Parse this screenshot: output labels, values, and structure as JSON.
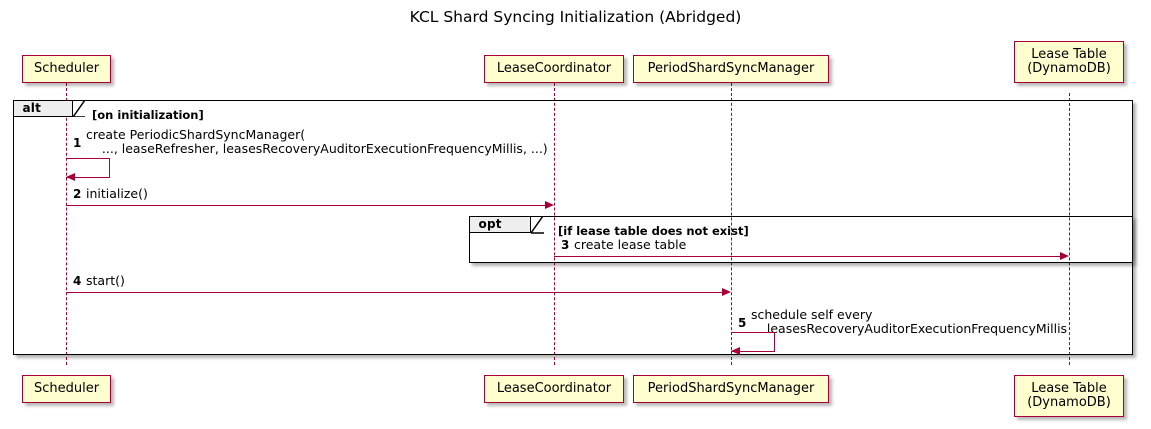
{
  "diagram": {
    "title": "KCL Shard Syncing Initialization (Abridged)",
    "type": "sequence-diagram",
    "colors": {
      "participant_fill": "#FEFECE",
      "participant_border": "#A80036",
      "arrow": "#A80036",
      "fragment_border": "#000000",
      "fragment_tab_fill": "#EEEEEE",
      "background": "#FFFFFF"
    }
  },
  "participants": [
    {
      "id": "scheduler",
      "label": "Scheduler",
      "lines": [
        "Scheduler"
      ]
    },
    {
      "id": "lease-coordinator",
      "label": "LeaseCoordinator",
      "lines": [
        "LeaseCoordinator"
      ]
    },
    {
      "id": "period-shard-sync-manager",
      "label": "PeriodShardSyncManager",
      "lines": [
        "PeriodShardSyncManager"
      ]
    },
    {
      "id": "lease-table",
      "label": "Lease Table (DynamoDB)",
      "lines": [
        "Lease Table",
        "(DynamoDB)"
      ]
    }
  ],
  "fragments": [
    {
      "id": "alt",
      "keyword": "alt",
      "guard": "[on initialization]"
    },
    {
      "id": "opt",
      "keyword": "opt",
      "guard": "[if lease table does not exist]"
    }
  ],
  "messages": [
    {
      "number": "1",
      "from": "scheduler",
      "to": "scheduler",
      "kind": "self",
      "lines": [
        "create PeriodicShardSyncManager(",
        "    ..., leaseRefresher, leasesRecoveryAuditorExecutionFrequencyMillis, ...)"
      ],
      "text": "create PeriodicShardSyncManager(\n    ..., leaseRefresher, leasesRecoveryAuditorExecutionFrequencyMillis, ...)"
    },
    {
      "number": "2",
      "from": "scheduler",
      "to": "lease-coordinator",
      "kind": "sync",
      "lines": [
        "initialize()"
      ],
      "text": "initialize()"
    },
    {
      "number": "3",
      "from": "lease-coordinator",
      "to": "lease-table",
      "kind": "sync",
      "lines": [
        "create lease table"
      ],
      "text": "create lease table"
    },
    {
      "number": "4",
      "from": "scheduler",
      "to": "period-shard-sync-manager",
      "kind": "sync",
      "lines": [
        "start()"
      ],
      "text": "start()"
    },
    {
      "number": "5",
      "from": "period-shard-sync-manager",
      "to": "period-shard-sync-manager",
      "kind": "self",
      "lines": [
        "schedule self every",
        "    leasesRecoveryAuditorExecutionFrequencyMillis"
      ],
      "text": "schedule self every\n    leasesRecoveryAuditorExecutionFrequencyMillis"
    }
  ]
}
